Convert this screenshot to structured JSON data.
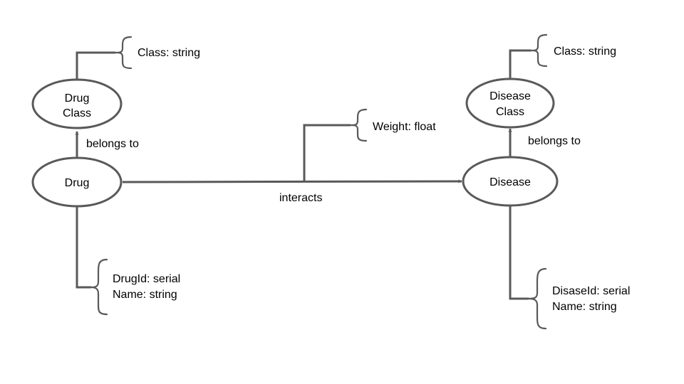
{
  "nodes": {
    "drug_class": {
      "line1": "Drug",
      "line2": "Class"
    },
    "drug": {
      "label": "Drug"
    },
    "disease_class": {
      "line1": "Disease",
      "line2": "Class"
    },
    "disease": {
      "label": "Disease"
    }
  },
  "edges": {
    "drug_belongs_to": "belongs to",
    "disease_belongs_to": "belongs to",
    "interacts": "interacts"
  },
  "attributes": {
    "drug_class": [
      "Class: string"
    ],
    "disease_class": [
      "Class: string"
    ],
    "interacts": [
      "Weight: float"
    ],
    "drug": [
      "DrugId: serial",
      "Name: string"
    ],
    "disease": [
      "DisaseId: serial",
      "Name: string"
    ]
  }
}
